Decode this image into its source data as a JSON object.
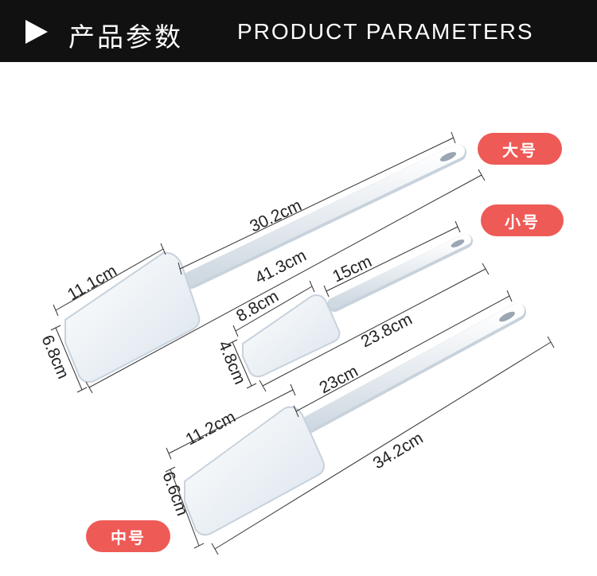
{
  "header": {
    "title_cn": "产品参数",
    "title_en": "PRODUCT PARAMETERS"
  },
  "sizes": {
    "large": {
      "label": "大号",
      "handle_length": "30.2cm",
      "total_length": "41.3cm",
      "head_length": "11.1cm",
      "head_width": "6.8cm"
    },
    "small": {
      "label": "小号",
      "handle_length": "15cm",
      "total_length": "23.8cm",
      "head_length": "8.8cm",
      "head_width": "4.8cm"
    },
    "medium": {
      "label": "中号",
      "handle_length": "23cm",
      "total_length": "34.2cm",
      "head_length": "11.2cm",
      "head_width": "6.6cm"
    }
  },
  "colors": {
    "header_bg": "#111111",
    "pill_bg": "#ee5a56"
  }
}
